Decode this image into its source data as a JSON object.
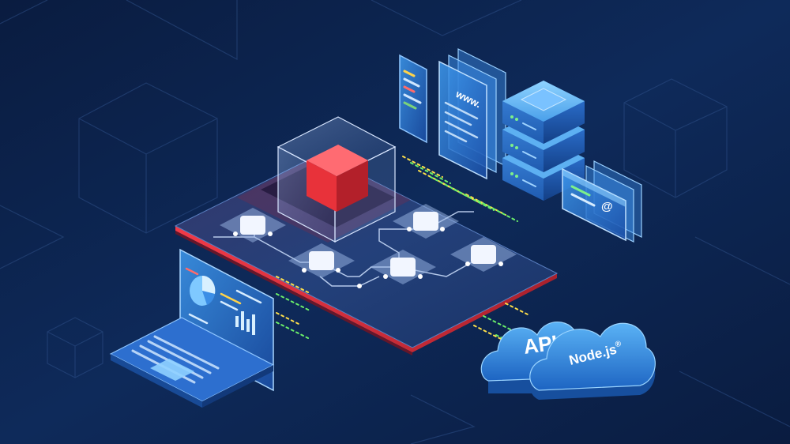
{
  "illustration": {
    "cloud_api_label": "API",
    "cloud_node_label": "Node.js",
    "cloud_node_mark": "®",
    "document_label": "www.",
    "email_symbol": "@",
    "icons": {
      "red_cube": "red-cube-icon",
      "glass_cube": "glass-cube-icon",
      "laptop": "laptop-icon",
      "pie_chart": "pie-chart-icon",
      "bar_chart": "bar-chart-icon",
      "phone": "smartphone-icon",
      "documents": "web-document-icon",
      "database": "database-server-icon",
      "email_window": "email-window-icon",
      "clouds": "cloud-icon"
    },
    "colors": {
      "background": "#0b1f45",
      "accent_red": "#e8323a",
      "accent_blue": "#3aa0ff",
      "glow_yellow": "#ffe04a",
      "glow_green": "#6cf06a"
    }
  }
}
